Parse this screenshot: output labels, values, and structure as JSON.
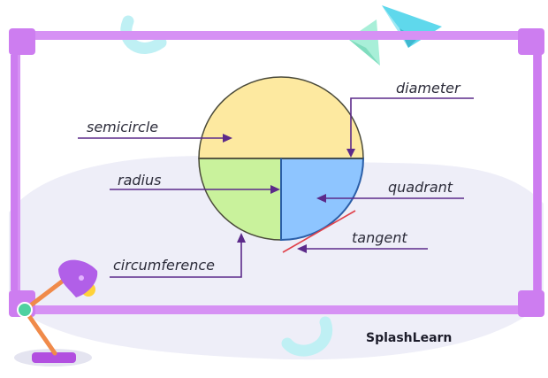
{
  "diagram": {
    "labels": {
      "semicircle": "semicircle",
      "diameter": "diameter",
      "radius": "radius",
      "quadrant": "quadrant",
      "tangent": "tangent",
      "circumference": "circumference"
    }
  },
  "brand": {
    "name": "SplashLearn"
  },
  "colors": {
    "frame": "#d691f4",
    "frame_corner": "#cd7df0",
    "semicircle_fill": "#fde9a0",
    "quadrant_left_fill": "#c9f29c",
    "quadrant_right_fill": "#8ec5ff",
    "outline": "#4a4a3a",
    "arrow": "#5c2a8a",
    "tangent_line": "#e0404a",
    "blob": "#eeeef8"
  }
}
